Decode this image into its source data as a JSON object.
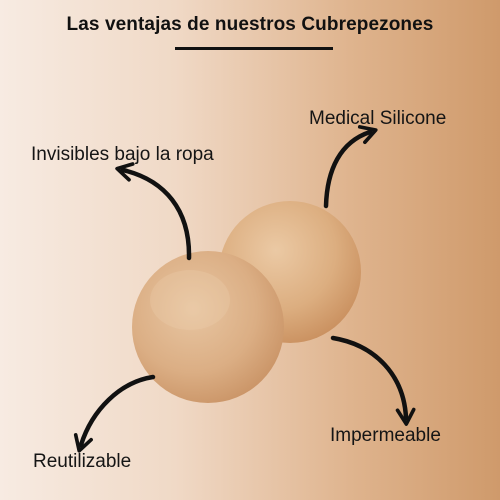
{
  "title": "Las ventajas de nuestros Cubrepezones",
  "labels": {
    "invisible": "Invisibles bajo la ropa",
    "medical": "Medical Silicone",
    "impermeable": "Impermeable",
    "reutilizable": "Reutilizable"
  },
  "colors": {
    "background_left": "#f7ebe2",
    "background_right": "#cf9a6b",
    "cover": "#ddab7c",
    "text": "#111111"
  },
  "icons": [
    "arrow-icon",
    "nipple-cover-image"
  ]
}
